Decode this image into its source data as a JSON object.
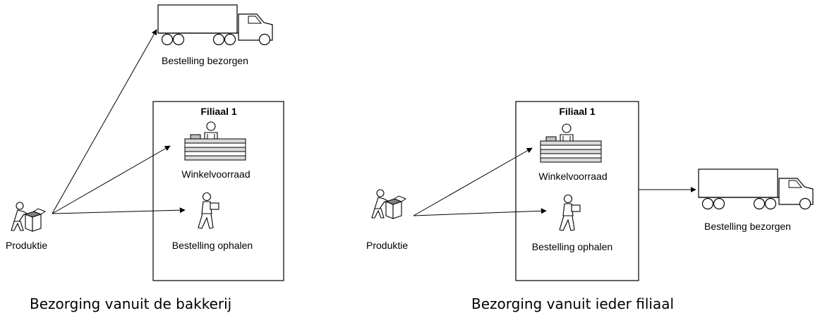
{
  "left_diagram": {
    "caption": "Bezorging vanuit de bakkerij",
    "production_label": "Produktie",
    "truck_label": "Bestelling bezorgen",
    "branch": {
      "title": "Filiaal 1",
      "stock_label": "Winkelvoorraad",
      "pickup_label": "Bestelling ophalen"
    }
  },
  "right_diagram": {
    "caption": "Bezorging vanuit ieder filiaal",
    "production_label": "Produktie",
    "truck_label": "Bestelling bezorgen",
    "branch": {
      "title": "Filiaal 1",
      "stock_label": "Winkelvoorraad",
      "pickup_label": "Bestelling ophalen"
    }
  },
  "colors": {
    "line": "#000000",
    "shelf": "#d9d9d9",
    "register": "#bfbfbf"
  },
  "icons": [
    "worker-with-box-icon",
    "truck-icon",
    "shop-counter-icon",
    "person-carrying-icon"
  ]
}
